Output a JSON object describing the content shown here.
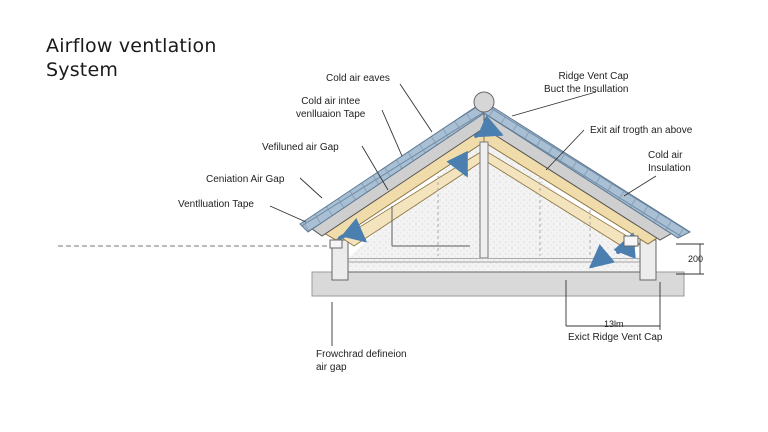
{
  "title": {
    "line1": "Airflow ventlation",
    "line2": "System"
  },
  "labels": {
    "cold_air_eaves": "Cold air eaves",
    "cold_air_intake": {
      "line1": "Cold air intee",
      "line2": "venlluaion Tape"
    },
    "ventilated_air_gap": "Vefiluned air Gap",
    "ventilation_air_gap": "Ceniation Air Gap",
    "ventilation_tape": "Ventlluation Tape",
    "ridge_vent_cap": {
      "line1": "Ridge Vent Cap",
      "line2": "Buct the  Insullation"
    },
    "exit_air": "Exit aif trogth an above",
    "cold_air_insulation": {
      "line1": "Cold air",
      "line2": "Insulation"
    },
    "dimension_height": "200",
    "dimension_width": "13lm",
    "exit_ridge_vent_cap": "Exict Ridge Vent Cap",
    "frontward_definition": {
      "line1": "Frowchrad defineion",
      "line2": "air gap"
    }
  },
  "colors": {
    "roof_tiles": "#9fb6cc",
    "insulation_board": "#f0dcaa",
    "wall_fill": "#f4f4f4",
    "slab": "#d8d8d8",
    "airflow_arrow": "#4a7fb0",
    "line": "#444444"
  },
  "icons": {
    "airflow": "curved-arrow-icon",
    "ridge_cap": "ridge-ball-icon"
  }
}
